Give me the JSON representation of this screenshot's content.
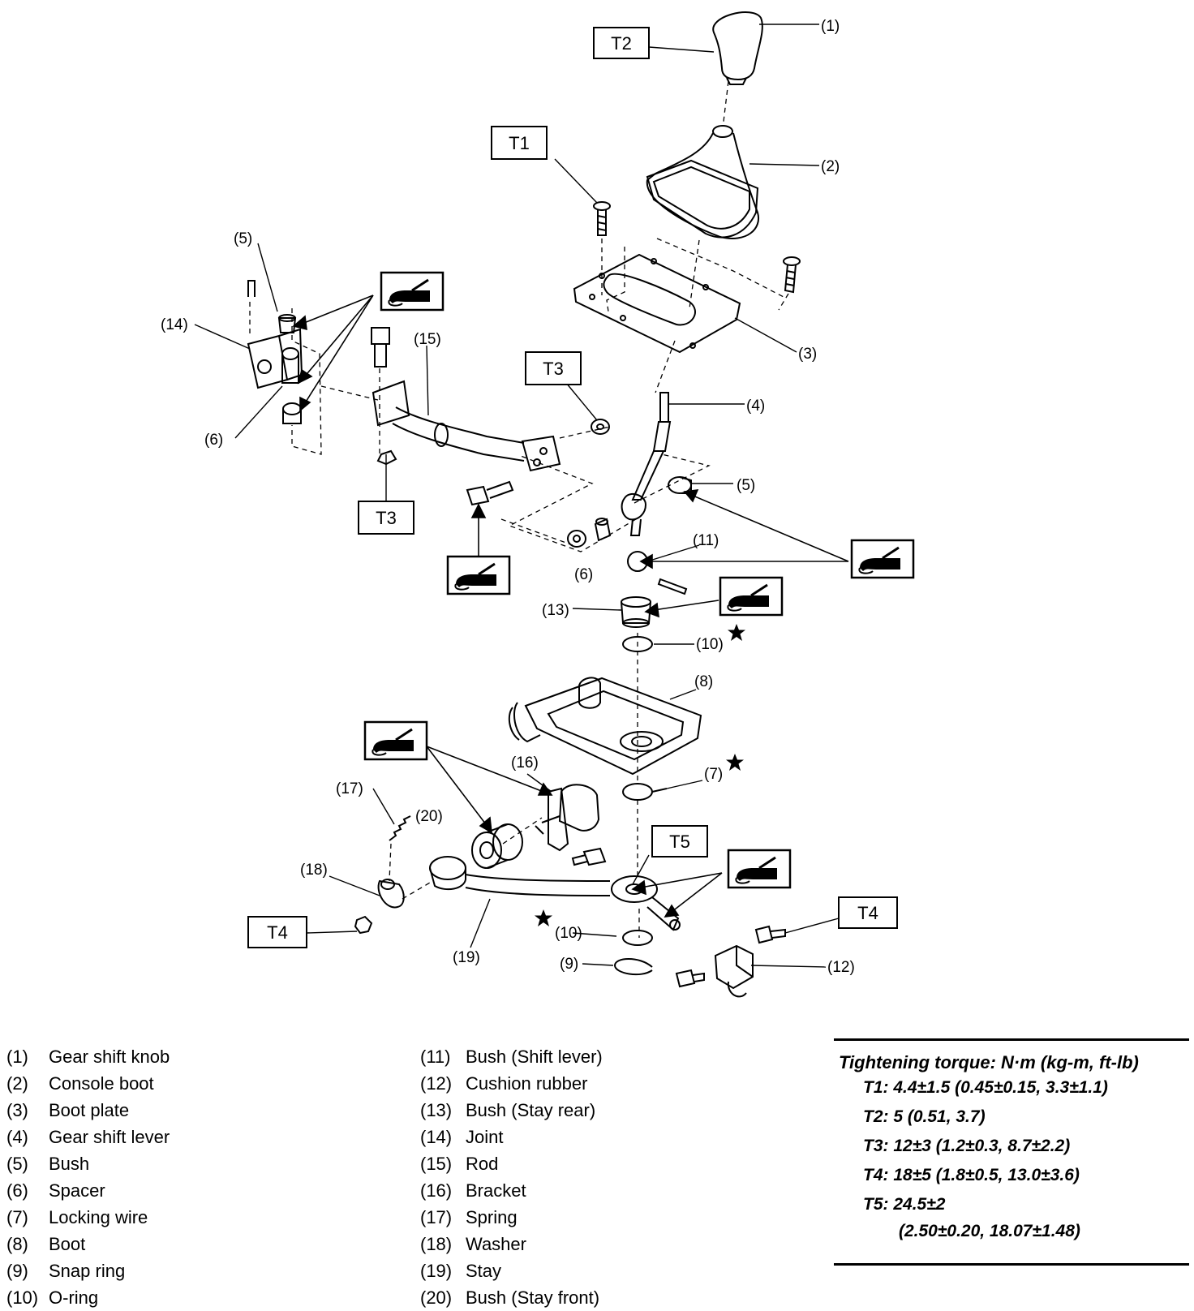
{
  "callouts": {
    "c1": "(1)",
    "c2": "(2)",
    "c3": "(3)",
    "c4": "(4)",
    "c5a": "(5)",
    "c5b": "(5)",
    "c6a": "(6)",
    "c6b": "(6)",
    "c7": "(7)",
    "c8": "(8)",
    "c9": "(9)",
    "c10a": "(10)",
    "c10b": "(10)",
    "c11": "(11)",
    "c12": "(12)",
    "c13": "(13)",
    "c14": "(14)",
    "c15": "(15)",
    "c16": "(16)",
    "c17": "(17)",
    "c18": "(18)",
    "c19": "(19)",
    "c20": "(20)"
  },
  "torque_labels": {
    "t1": "T1",
    "t2": "T2",
    "t3a": "T3",
    "t3b": "T3",
    "t4a": "T4",
    "t4b": "T4",
    "t5": "T5"
  },
  "parts_left": [
    {
      "num": "(1)",
      "name": "Gear shift knob"
    },
    {
      "num": "(2)",
      "name": "Console boot"
    },
    {
      "num": "(3)",
      "name": "Boot plate"
    },
    {
      "num": "(4)",
      "name": "Gear shift lever"
    },
    {
      "num": "(5)",
      "name": "Bush"
    },
    {
      "num": "(6)",
      "name": "Spacer"
    },
    {
      "num": "(7)",
      "name": "Locking wire"
    },
    {
      "num": "(8)",
      "name": "Boot"
    },
    {
      "num": "(9)",
      "name": "Snap ring"
    },
    {
      "num": "(10)",
      "name": "O-ring"
    }
  ],
  "parts_right": [
    {
      "num": "(11)",
      "name": "Bush (Shift lever)"
    },
    {
      "num": "(12)",
      "name": "Cushion rubber"
    },
    {
      "num": "(13)",
      "name": "Bush (Stay rear)"
    },
    {
      "num": "(14)",
      "name": "Joint"
    },
    {
      "num": "(15)",
      "name": "Rod"
    },
    {
      "num": "(16)",
      "name": "Bracket"
    },
    {
      "num": "(17)",
      "name": "Spring"
    },
    {
      "num": "(18)",
      "name": "Washer"
    },
    {
      "num": "(19)",
      "name": "Stay"
    },
    {
      "num": "(20)",
      "name": "Bush (Stay front)"
    }
  ],
  "torque": {
    "title": "Tightening torque: N·m (kg-m, ft-lb)",
    "specs": [
      "T1: 4.4±1.5 (0.45±0.15, 3.3±1.1)",
      "T2: 5 (0.51, 3.7)",
      "T3: 12±3 (1.2±0.3, 8.7±2.2)",
      "T4: 18±5 (1.8±0.5, 13.0±3.6)",
      "T5: 24.5±2"
    ],
    "t5_continuation": "(2.50±0.20, 18.07±1.48)"
  },
  "icons": [
    "grease-gun-icon",
    "star-icon"
  ]
}
